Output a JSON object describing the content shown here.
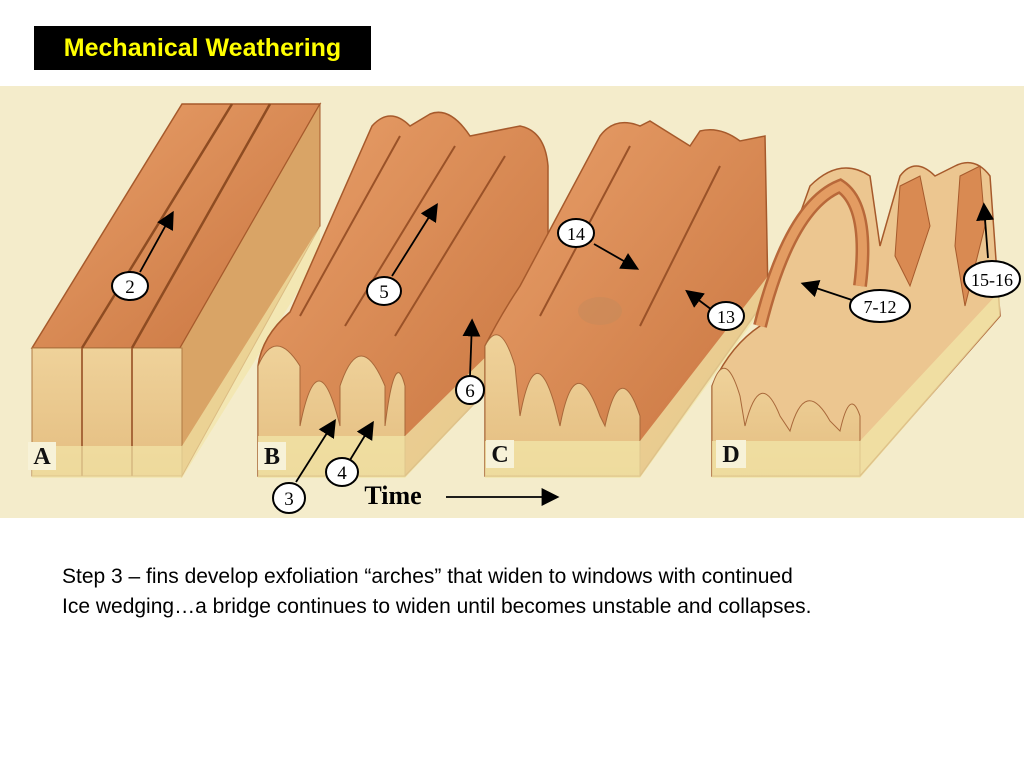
{
  "title": "Mechanical Weathering",
  "figure": {
    "stage_labels": [
      "A",
      "B",
      "C",
      "D"
    ],
    "callouts": [
      "2",
      "5",
      "6",
      "3",
      "4",
      "14",
      "13",
      "7-12",
      "15-16"
    ],
    "time_label": "Time"
  },
  "caption": {
    "line1": "Step 3 – fins develop exfoliation “arches” that widen to windows with continued",
    "line2": "Ice wedging…a bridge continues to widen until becomes unstable and collapses."
  },
  "colors": {
    "title_bg": "#000000",
    "title_text": "#ffff00",
    "figure_bg": "#f4eccb",
    "rock_top": "#d98a52",
    "rock_side": "#e9c98c",
    "rock_dark": "#b8683a",
    "base": "#f2e6a8"
  }
}
